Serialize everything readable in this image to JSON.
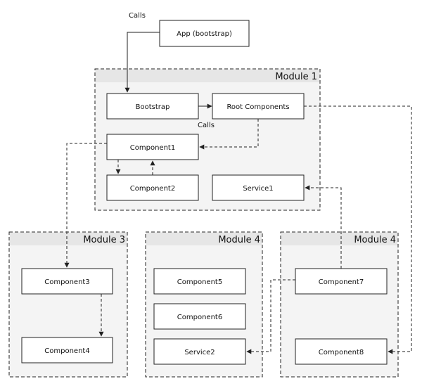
{
  "modules": [
    {
      "id": "m1",
      "title": "Module 1"
    },
    {
      "id": "m3",
      "title": "Module 3"
    },
    {
      "id": "m4a",
      "title": "Module 4"
    },
    {
      "id": "m4b",
      "title": "Module 4"
    }
  ],
  "nodes": [
    {
      "id": "app",
      "label": "App (bootstrap)"
    },
    {
      "id": "bootstrap",
      "label": "Bootstrap"
    },
    {
      "id": "root",
      "label": "Root Components"
    },
    {
      "id": "c1",
      "label": "Component1"
    },
    {
      "id": "c2",
      "label": "Component2"
    },
    {
      "id": "s1",
      "label": "Service1"
    },
    {
      "id": "c3",
      "label": "Component3"
    },
    {
      "id": "c4",
      "label": "Component4"
    },
    {
      "id": "c5",
      "label": "Component5"
    },
    {
      "id": "c6",
      "label": "Component6"
    },
    {
      "id": "s2",
      "label": "Service2"
    },
    {
      "id": "c7",
      "label": "Component7"
    },
    {
      "id": "c8",
      "label": "Component8"
    }
  ],
  "edge_labels": {
    "app_to_bootstrap": "Calls",
    "root_to_component1": "Calls"
  },
  "edges": [
    {
      "id": "app-bootstrap",
      "from": "app",
      "to": "bootstrap",
      "style": "solid"
    },
    {
      "id": "bootstrap-root",
      "from": "bootstrap",
      "to": "root",
      "style": "solid"
    },
    {
      "id": "root-c1",
      "from": "root",
      "to": "c1",
      "style": "dashed"
    },
    {
      "id": "c1-c2",
      "from": "c1",
      "to": "c2",
      "style": "dashed"
    },
    {
      "id": "c2-c1",
      "from": "c2",
      "to": "c1",
      "style": "dashed"
    },
    {
      "id": "c1-c3",
      "from": "c1",
      "to": "c3",
      "style": "dashed"
    },
    {
      "id": "c3-c4",
      "from": "c3",
      "to": "c4",
      "style": "dashed"
    },
    {
      "id": "root-c8",
      "from": "root",
      "to": "c8",
      "style": "dashed"
    },
    {
      "id": "c7-s1",
      "from": "c7",
      "to": "s1",
      "style": "dashed"
    },
    {
      "id": "c7-s2",
      "from": "c7",
      "to": "s2",
      "style": "dashed"
    }
  ]
}
